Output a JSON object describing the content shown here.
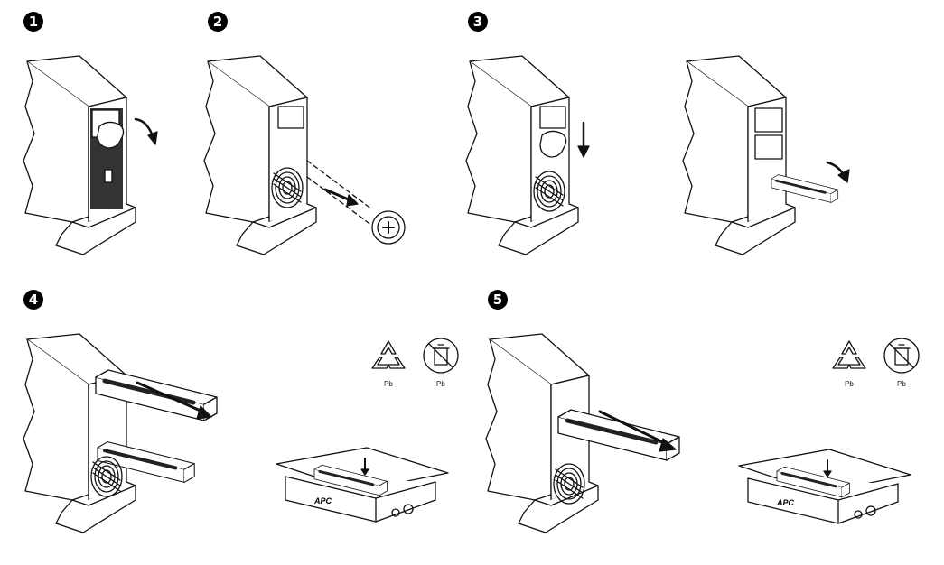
{
  "steps": [
    {
      "number": "1"
    },
    {
      "number": "2"
    },
    {
      "number": "3"
    },
    {
      "number": "4"
    },
    {
      "number": "5"
    }
  ],
  "recycle_labels": {
    "step4_recycle": "Pb",
    "step4_bin": "Pb",
    "step5_recycle": "Pb",
    "step5_bin": "Pb"
  },
  "box_logo": {
    "step4": "APC",
    "step5": "APC"
  },
  "colors": {
    "line": "#111111",
    "fill": "#ffffff",
    "badge": "#000000"
  }
}
